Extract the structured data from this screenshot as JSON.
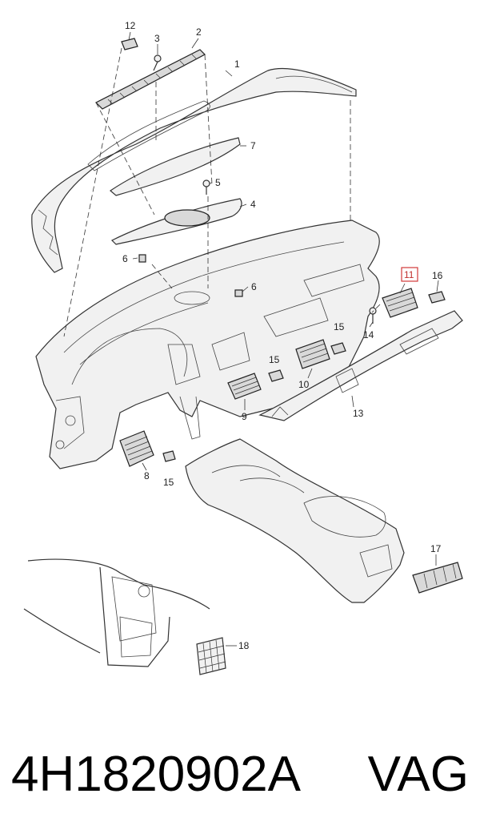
{
  "diagram": {
    "callouts": [
      {
        "id": "c1",
        "text": "1"
      },
      {
        "id": "c2",
        "text": "2"
      },
      {
        "id": "c3",
        "text": "3"
      },
      {
        "id": "c4",
        "text": "4"
      },
      {
        "id": "c5",
        "text": "5"
      },
      {
        "id": "c6a",
        "text": "6"
      },
      {
        "id": "c6b",
        "text": "6"
      },
      {
        "id": "c7",
        "text": "7"
      },
      {
        "id": "c8",
        "text": "8"
      },
      {
        "id": "c9",
        "text": "9"
      },
      {
        "id": "c10",
        "text": "10"
      },
      {
        "id": "c11",
        "text": "11",
        "highlighted": true
      },
      {
        "id": "c12",
        "text": "12"
      },
      {
        "id": "c13",
        "text": "13"
      },
      {
        "id": "c14",
        "text": "14"
      },
      {
        "id": "c15a",
        "text": "15"
      },
      {
        "id": "c15b",
        "text": "15"
      },
      {
        "id": "c15c",
        "text": "15"
      },
      {
        "id": "c16",
        "text": "16"
      },
      {
        "id": "c17",
        "text": "17"
      },
      {
        "id": "c18",
        "text": "18"
      }
    ],
    "highlight_color": "#d23a3a"
  },
  "caption": {
    "part_number": "4H1820902A",
    "brand": "VAG"
  }
}
